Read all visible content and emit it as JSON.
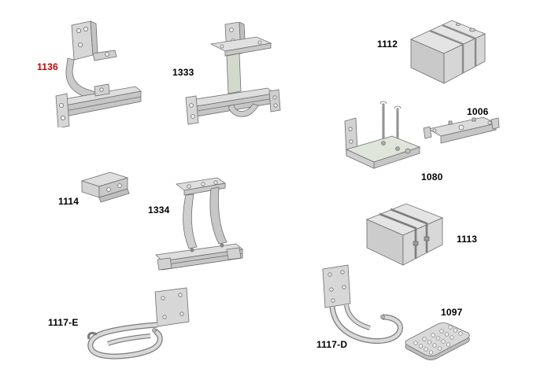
{
  "diagram": {
    "type": "vehicle-parts-diagram",
    "background_color": "#ffffff"
  },
  "colors": {
    "normal_label": "#000000",
    "highlight_label": "#cc0000",
    "part_fill_light": "#e4e4e4",
    "part_fill_mid": "#d0d0d0",
    "part_fill_dark": "#c0c0c0",
    "part_stroke": "#6e6e6e"
  },
  "parts": [
    {
      "id": "1136",
      "label": "1136",
      "label_color": "#cc0000",
      "highlighted": true
    },
    {
      "id": "1333",
      "label": "1333",
      "label_color": "#000000",
      "highlighted": false
    },
    {
      "id": "1112",
      "label": "1112",
      "label_color": "#000000",
      "highlighted": false
    },
    {
      "id": "1006",
      "label": "1006",
      "label_color": "#000000",
      "highlighted": false
    },
    {
      "id": "1080",
      "label": "1080",
      "label_color": "#000000",
      "highlighted": false
    },
    {
      "id": "1113",
      "label": "1113",
      "label_color": "#000000",
      "highlighted": false
    },
    {
      "id": "1114",
      "label": "1114",
      "label_color": "#000000",
      "highlighted": false
    },
    {
      "id": "1334",
      "label": "1334",
      "label_color": "#000000",
      "highlighted": false
    },
    {
      "id": "1117-E",
      "label": "1117-E",
      "label_color": "#000000",
      "highlighted": false
    },
    {
      "id": "1117-D",
      "label": "1117-D",
      "label_color": "#000000",
      "highlighted": false
    },
    {
      "id": "1097",
      "label": "1097",
      "label_color": "#000000",
      "highlighted": false
    }
  ]
}
